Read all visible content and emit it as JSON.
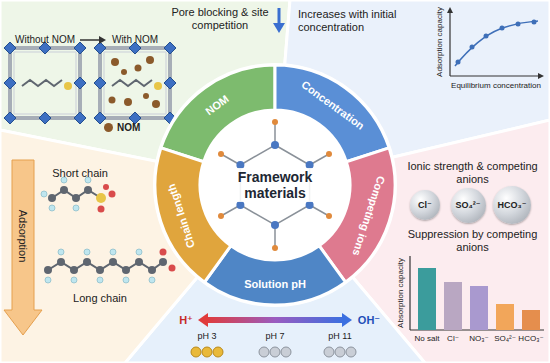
{
  "diagram": {
    "nodes": [
      {
        "text": [
          "NOM"
        ]
      },
      {
        "text": [
          "Concentration"
        ]
      },
      {
        "text": [
          "Competing ions"
        ]
      },
      {
        "text": [
          "Solution pH"
        ]
      },
      {
        "text": [
          "Chain length"
        ]
      },
      {
        "text": [
          "Framework materials"
        ]
      },
      {
        "text": [
          "Cl⁻"
        ]
      },
      {
        "text": [
          "SO₄²⁻"
        ]
      },
      {
        "text": [
          "HCO₃⁻"
        ]
      }
    ],
    "labels": [
      "Pore blocking & site competition",
      "Without NOM",
      "With NOM",
      "Increases with initial concentration",
      "Adsorption capacity",
      "Equilibrium concentration",
      "Ionic strength & competing anions",
      "Suppression by competing anions",
      "Absorption capacity",
      "No salt",
      "Cl⁻",
      "NO₃⁻",
      "SO₄²⁻",
      "HCO₃⁻",
      "H⁺",
      "OH⁻",
      "pH 3",
      "pH 7",
      "pH 11",
      "Short chain",
      "Long chain",
      "Adsorption"
    ],
    "legend": [
      {
        "text": "NOM",
        "color": "#8b5a2b"
      }
    ]
  }
}
